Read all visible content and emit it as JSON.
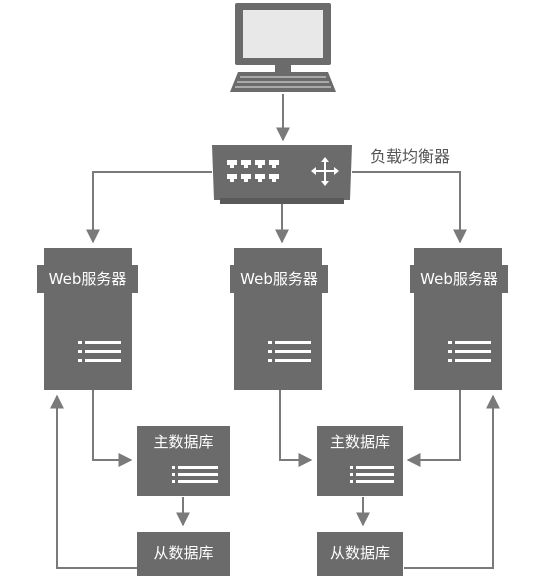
{
  "load_balancer": {
    "label": "负载均衡器"
  },
  "web_servers": [
    {
      "label": "Web服务器"
    },
    {
      "label": "Web服务器"
    },
    {
      "label": "Web服务器"
    }
  ],
  "master_databases": [
    {
      "label": "主数据库"
    },
    {
      "label": "主数据库"
    }
  ],
  "slave_databases": [
    {
      "label": "从数据库"
    },
    {
      "label": "从数据库"
    }
  ],
  "colors": {
    "box_fill": "#6b6b6b",
    "box_dark": "#5a5a5a",
    "stroke": "#7a7a7a",
    "screen": "#e8e8e8",
    "white": "#ffffff"
  },
  "icons": [
    "computer-icon",
    "network-switch-icon",
    "arrows-cross-icon",
    "server-rack-icon"
  ]
}
